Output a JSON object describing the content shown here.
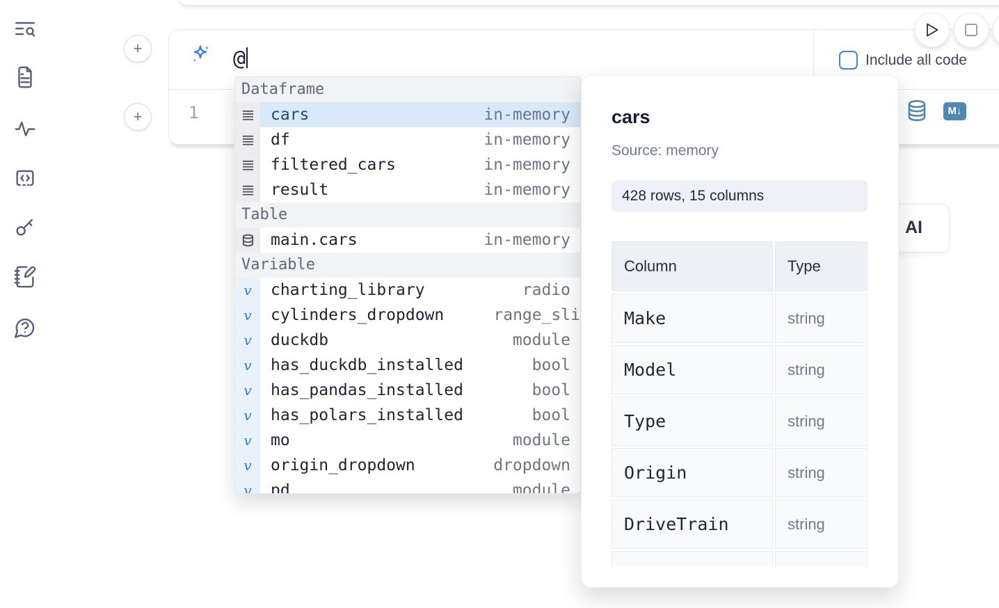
{
  "sidebar": {
    "items": [
      {
        "icon": "text-search-icon"
      },
      {
        "icon": "file-document-icon"
      },
      {
        "icon": "activity-icon"
      },
      {
        "icon": "code-snippet-icon"
      },
      {
        "icon": "key-icon"
      },
      {
        "icon": "scratchpad-icon"
      },
      {
        "icon": "help-chat-icon"
      }
    ]
  },
  "toolbar": {
    "run_icon": "play-icon",
    "stop_icon": "stop-icon"
  },
  "cell": {
    "add_cell_top": "+",
    "add_cell_bottom": "+",
    "ai_prompt_value": "@",
    "ai_prompt_icon": "sparkles-icon",
    "include_all_code_label": "Include all code",
    "line_number": "1",
    "datasource_icon": "database-icon",
    "markdown_badge": "M↓"
  },
  "ai_button": {
    "visible_label": "AI"
  },
  "autocomplete": {
    "sections": [
      {
        "label": "Dataframe",
        "icon": "rows-icon",
        "items": [
          {
            "name": "cars",
            "hint": "in-memory",
            "selected": true
          },
          {
            "name": "df",
            "hint": "in-memory"
          },
          {
            "name": "filtered_cars",
            "hint": "in-memory"
          },
          {
            "name": "result",
            "hint": "in-memory"
          }
        ]
      },
      {
        "label": "Table",
        "icon": "database-icon",
        "items": [
          {
            "name": "main.cars",
            "hint": "in-memory"
          }
        ]
      },
      {
        "label": "Variable",
        "icon": "variable-icon",
        "items": [
          {
            "name": "charting_library",
            "hint": "radio"
          },
          {
            "name": "cylinders_dropdown",
            "hint": "range_sli",
            "clipped": true
          },
          {
            "name": "duckdb",
            "hint": "module"
          },
          {
            "name": "has_duckdb_installed",
            "hint": "bool"
          },
          {
            "name": "has_pandas_installed",
            "hint": "bool"
          },
          {
            "name": "has_polars_installed",
            "hint": "bool"
          },
          {
            "name": "mo",
            "hint": "module"
          },
          {
            "name": "origin_dropdown",
            "hint": "dropdown"
          },
          {
            "name": "pd",
            "hint": "module",
            "partial": true
          }
        ]
      }
    ]
  },
  "preview": {
    "title": "cars",
    "source": "Source: memory",
    "shape_badge": "428 rows, 15 columns",
    "table": {
      "headers": [
        "Column",
        "Type"
      ],
      "rows": [
        [
          "Make",
          "string"
        ],
        [
          "Model",
          "string"
        ],
        [
          "Type",
          "string"
        ],
        [
          "Origin",
          "string"
        ],
        [
          "DriveTrain",
          "string"
        ]
      ],
      "has_partial_row": true
    }
  }
}
